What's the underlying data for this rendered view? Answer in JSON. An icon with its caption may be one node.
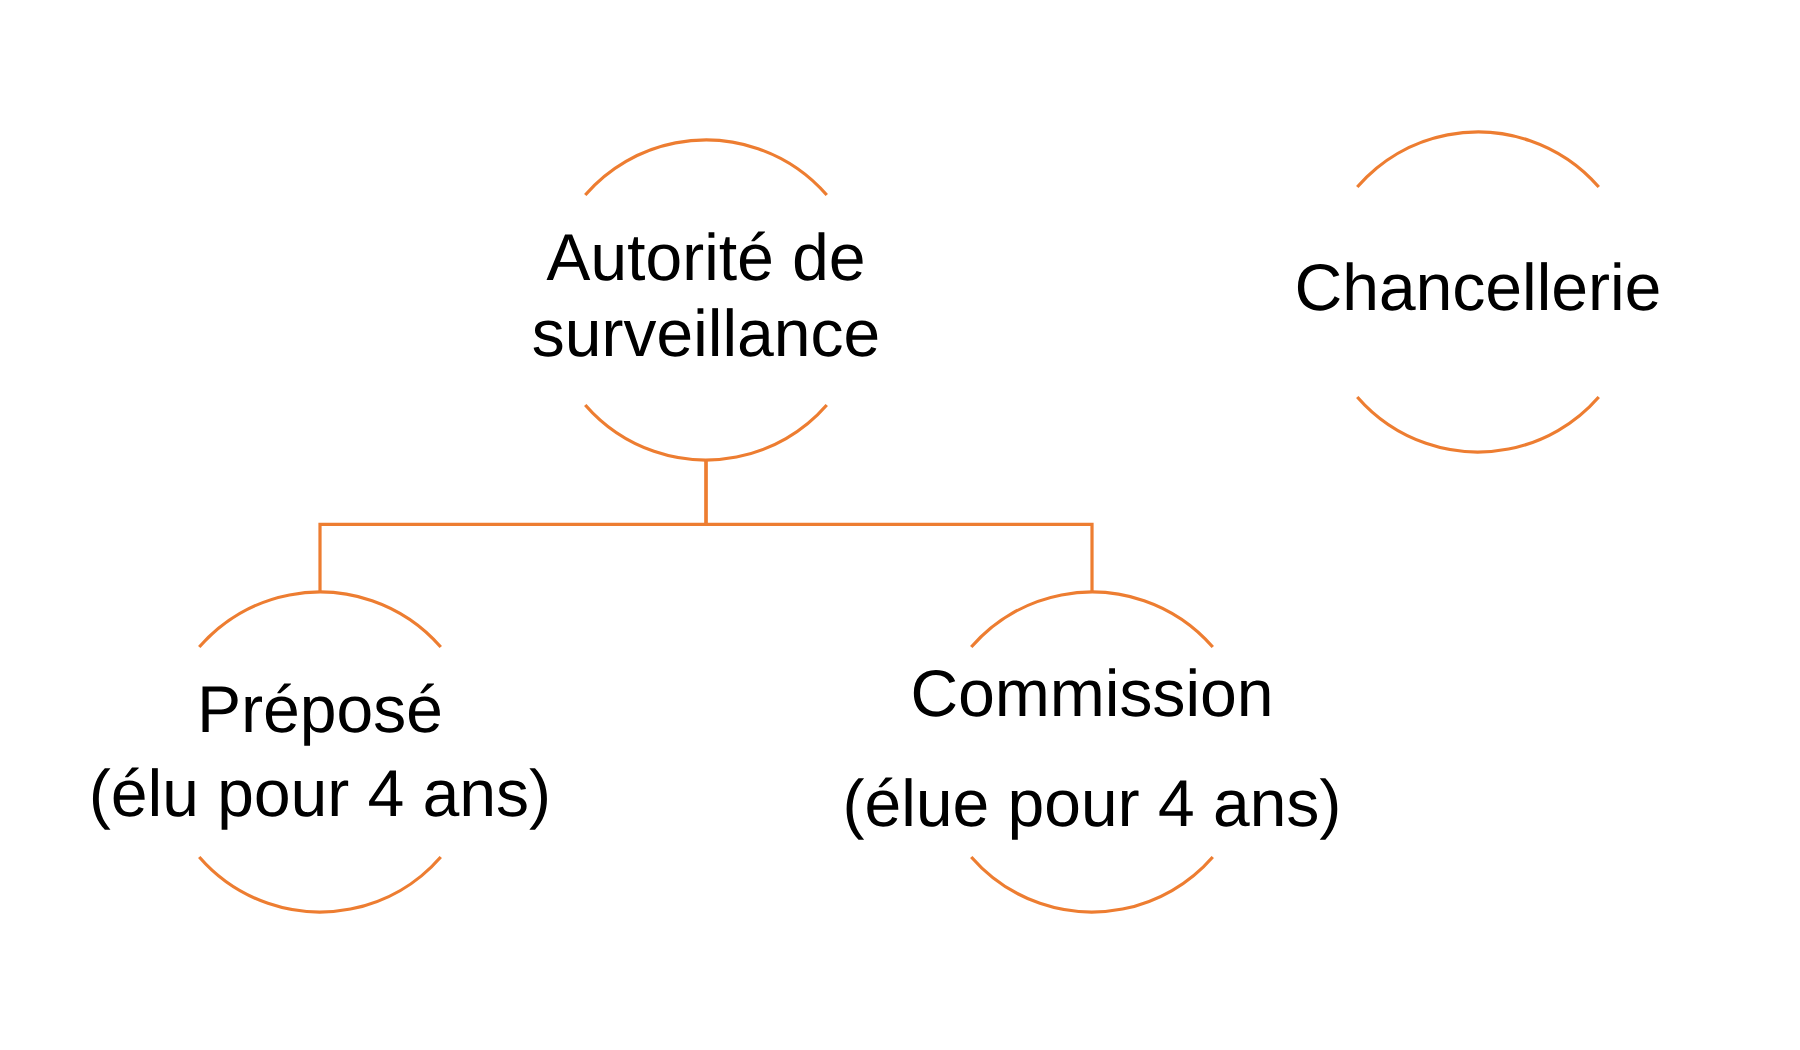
{
  "diagram": {
    "nodes": [
      {
        "text": [
          "Autorité de surveillance"
        ]
      },
      {
        "text": [
          "Chancellerie"
        ]
      },
      {
        "text": [
          "Préposé",
          "(élu pour 4 ans)"
        ]
      },
      {
        "text": [
          "Commission",
          "(élue pour 4 ans)"
        ]
      }
    ],
    "edges": [
      {
        "from": 0,
        "to": 2,
        "arrow": "none"
      },
      {
        "from": 0,
        "to": 3,
        "arrow": "none"
      }
    ]
  }
}
